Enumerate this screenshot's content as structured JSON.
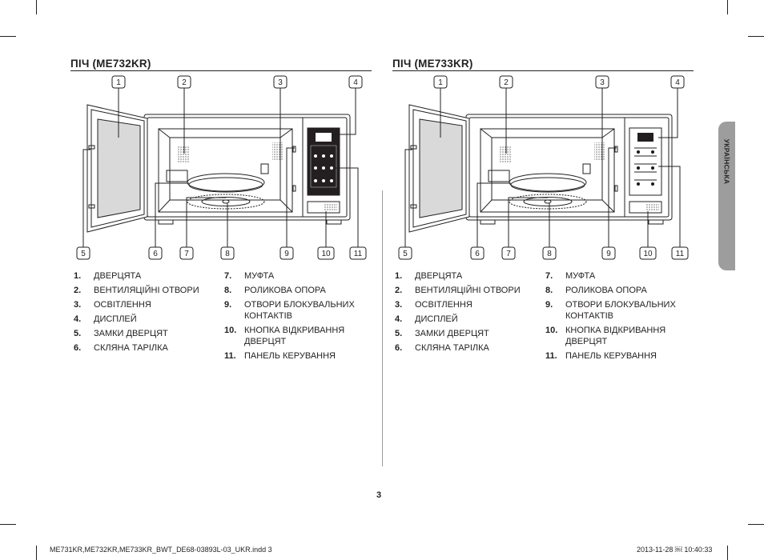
{
  "sections": [
    {
      "title": "ПІЧ (ME732KR)",
      "items": [
        {
          "num": "1.",
          "text": "ДВЕРЦЯТА"
        },
        {
          "num": "2.",
          "text": "ВЕНТИЛЯЦІЙНІ ОТВОРИ"
        },
        {
          "num": "3.",
          "text": "ОСВІТЛЕННЯ"
        },
        {
          "num": "4.",
          "text": "ДИСПЛЕЙ"
        },
        {
          "num": "5.",
          "text": "ЗАМКИ ДВЕРЦЯТ"
        },
        {
          "num": "6.",
          "text": "СКЛЯНА ТАРІЛКА"
        },
        {
          "num": "7.",
          "text": "МУФТА"
        },
        {
          "num": "8.",
          "text": "РОЛИКОВА ОПОРА"
        },
        {
          "num": "9.",
          "text": "ОТВОРИ БЛОКУВАЛЬНИХ КОНТАКТІВ"
        },
        {
          "num": "10.",
          "text": "КНОПКА ВІДКРИВАННЯ ДВЕРЦЯТ"
        },
        {
          "num": "11.",
          "text": "ПАНЕЛЬ КЕРУВАННЯ"
        }
      ]
    },
    {
      "title": "ПІЧ (ME733KR)",
      "items": [
        {
          "num": "1.",
          "text": "ДВЕРЦЯТА"
        },
        {
          "num": "2.",
          "text": "ВЕНТИЛЯЦІЙНІ ОТВОРИ"
        },
        {
          "num": "3.",
          "text": "ОСВІТЛЕННЯ"
        },
        {
          "num": "4.",
          "text": "ДИСПЛЕЙ"
        },
        {
          "num": "5.",
          "text": "ЗАМКИ ДВЕРЦЯТ"
        },
        {
          "num": "6.",
          "text": "СКЛЯНА ТАРІЛКА"
        },
        {
          "num": "7.",
          "text": "МУФТА"
        },
        {
          "num": "8.",
          "text": "РОЛИКОВА ОПОРА"
        },
        {
          "num": "9.",
          "text": "ОТВОРИ БЛОКУВАЛЬНИХ КОНТАКТІВ"
        },
        {
          "num": "10.",
          "text": "КНОПКА ВІДКРИВАННЯ ДВЕРЦЯТ"
        },
        {
          "num": "11.",
          "text": "ПАНЕЛЬ КЕРУВАННЯ"
        }
      ]
    }
  ],
  "callouts": [
    "1",
    "2",
    "3",
    "4",
    "5",
    "6",
    "7",
    "8",
    "9",
    "10",
    "11"
  ],
  "side_tab": "УКРАЇНСЬКА",
  "page_number": "3",
  "footer": {
    "left": "ME731KR,ME732KR,ME733KR_BWT_DE68-03893L-03_UKR.indd   3",
    "right": "2013-11-28   ￼ 10:40:33"
  },
  "colors": {
    "ink": "#231f20",
    "tab": "#9d9d9d",
    "glass": "#d9d9d9"
  }
}
